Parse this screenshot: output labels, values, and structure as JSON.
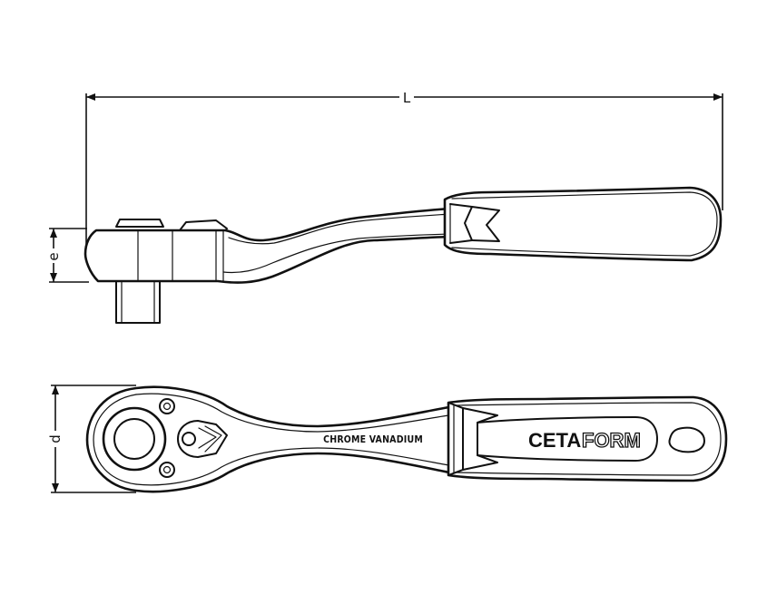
{
  "dimensions": {
    "length_label": "L",
    "height_label": "e",
    "diameter_label": "d"
  },
  "tool": {
    "engraving": "CHROME VANADIUM",
    "brand_part1": "CETA",
    "brand_part2": "FORM"
  }
}
